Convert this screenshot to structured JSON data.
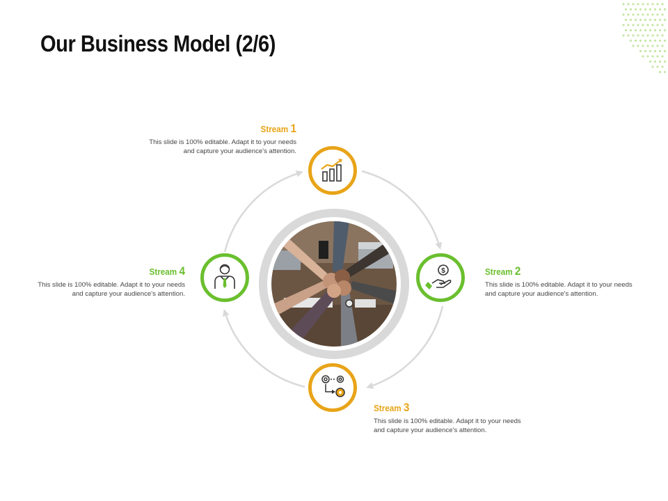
{
  "slide": {
    "title": "Our Business Model (2/6)"
  },
  "colors": {
    "orange": "#e8a418",
    "green": "#6abf2e",
    "arrow_gray": "#d9d9d9",
    "title_text": "#111111"
  },
  "center": {
    "image": "team-fist-bump-photo"
  },
  "streams": [
    {
      "label": "Stream",
      "number": "1",
      "description": "This slide is 100% editable. Adapt it to your needs and capture your audience's attention.",
      "icon": "growth-chart-icon",
      "color": "orange"
    },
    {
      "label": "Stream",
      "number": "2",
      "description": "This slide is 100% editable. Adapt it to your needs and capture your audience's attention.",
      "icon": "money-hand-icon",
      "color": "green"
    },
    {
      "label": "Stream",
      "number": "3",
      "description": "This slide is 100% editable. Adapt it to your needs and capture your audience's attention.",
      "icon": "gears-process-icon",
      "color": "orange"
    },
    {
      "label": "Stream",
      "number": "4",
      "description": "This slide is 100% editable. Adapt it to your needs and capture your audience's attention.",
      "icon": "businessman-icon",
      "color": "green"
    }
  ]
}
